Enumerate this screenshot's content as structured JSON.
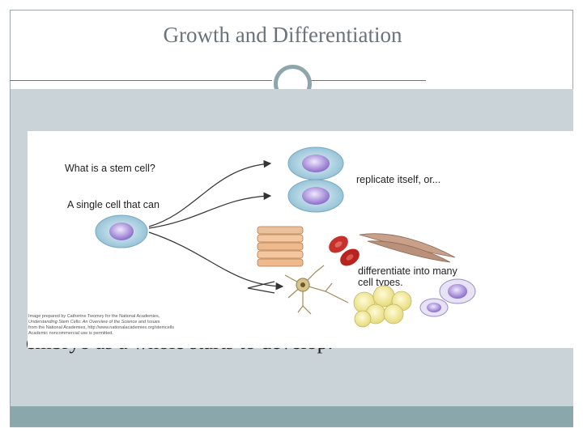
{
  "slide": {
    "title": "Growth and Differentiation",
    "partial_text": "embryo as a whole starts to develop."
  },
  "diagram": {
    "question": "What is a stem cell?",
    "answer_intro": "A single cell that can",
    "branch_replicate": "replicate itself, or...",
    "branch_differentiate_line1": "differentiate into many",
    "branch_differentiate_line2": "cell types.",
    "credit_line1": "Image prepared by Catherine Twomey for the National Academies,",
    "credit_line2": "Understanding Stem Cells: An Overview of the Science and Issues",
    "credit_line3": "from the National Academies, http://www.nationalacademies.org/stemcells",
    "credit_line4": "Academic noncommercial use is permitted."
  },
  "colors": {
    "title": "#6a7378",
    "band": "#c9d3d8",
    "footer": "#8aa8ab",
    "circle_ring": "#8ea6ab",
    "cell_body": "#a6cfe0",
    "cell_nucleus": "#a98fd6",
    "muscle": "#c9a08a",
    "red_blood_cell": "#c7302b",
    "fat_cell": "#f2ec9a",
    "neuron": "#d7c48d"
  }
}
